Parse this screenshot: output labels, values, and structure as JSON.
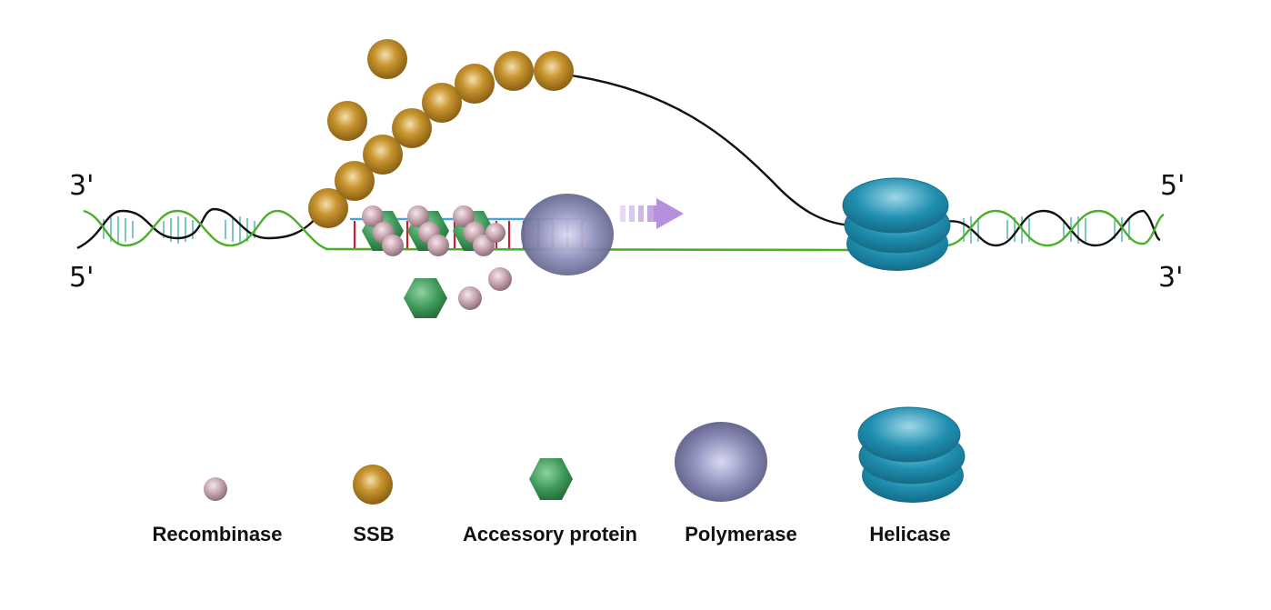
{
  "strand_ends": {
    "top_left": "3'",
    "bottom_left": "5'",
    "top_right": "5'",
    "bottom_right": "3'"
  },
  "legend": [
    {
      "label": "Recombinase",
      "icon": "recombinase-icon"
    },
    {
      "label": "SSB",
      "icon": "ssb-icon"
    },
    {
      "label": "Accessory protein",
      "icon": "accessory-protein-icon"
    },
    {
      "label": "Polymerase",
      "icon": "polymerase-icon"
    },
    {
      "label": "Helicase",
      "icon": "helicase-icon"
    }
  ],
  "colors": {
    "strand_green": "#4caf2a",
    "strand_black": "#111111",
    "base_pair": "#7fc6c4",
    "primer": "#4aa3d8",
    "new_bases": "#c8202a",
    "ssb": "#b8862b",
    "recombinase": "#c4a3ad",
    "accessory": "#3f9a5a",
    "polymerase": "#8f90b8",
    "helicase": "#1f8fb0",
    "arrow": "#b690dc"
  }
}
